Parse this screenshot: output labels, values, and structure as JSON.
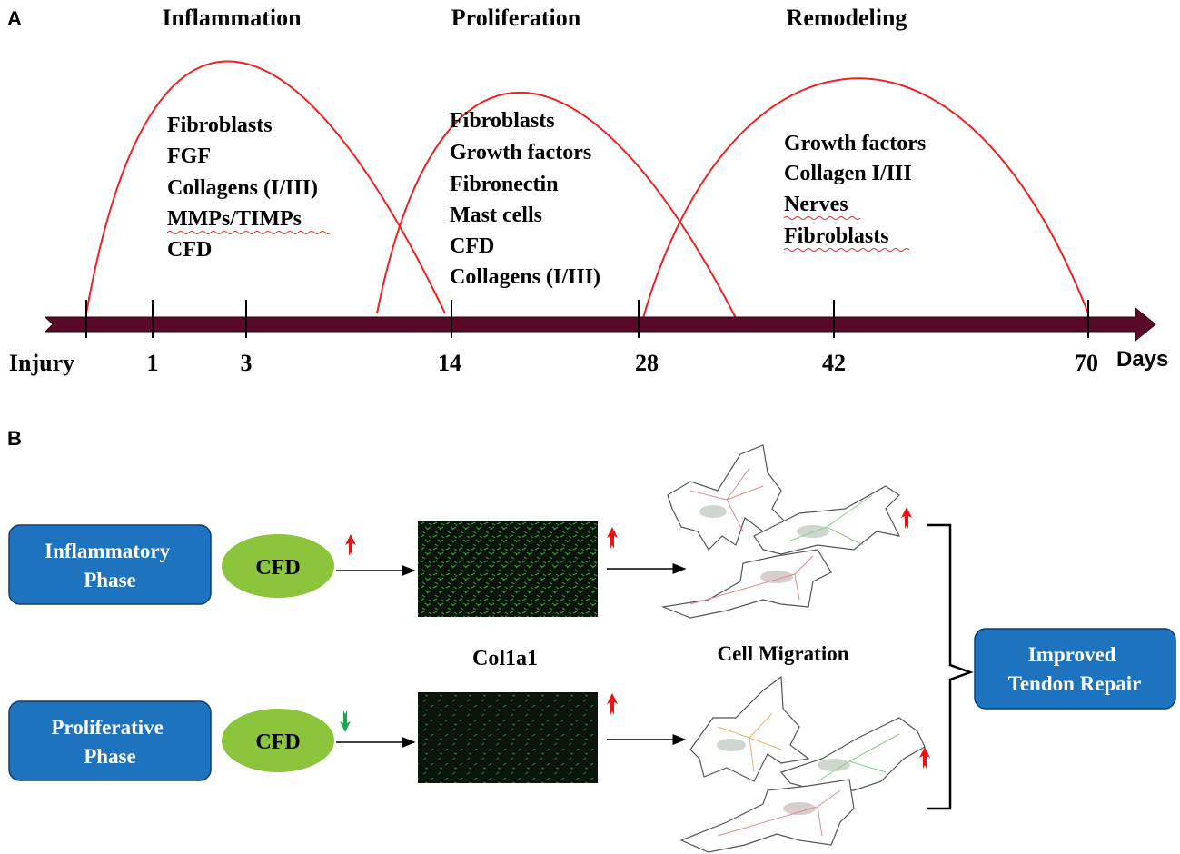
{
  "panel_a": {
    "label": "A",
    "phases": [
      {
        "title": "Inflammation",
        "items": [
          "Fibroblasts",
          "FGF",
          "Collagens (I/III)",
          "MMPs/TIMPs",
          "CFD"
        ]
      },
      {
        "title": "Proliferation",
        "items": [
          "Fibroblasts",
          "Growth factors",
          "Fibronectin",
          "Mast cells",
          "CFD",
          "Collagens (I/III)"
        ]
      },
      {
        "title": "Remodeling",
        "items": [
          "Growth factors",
          "Collagen I/III",
          "Nerves",
          "Fibroblasts"
        ]
      }
    ],
    "timeline": {
      "ticks": [
        "Injury",
        "1",
        "3",
        "14",
        "28",
        "42",
        "70"
      ],
      "unit": "Days"
    }
  },
  "panel_b": {
    "label": "B",
    "phase_boxes": [
      "Inflammatory\nPhase",
      "Proliferative\nPhase"
    ],
    "cfd_label": "CFD",
    "collagen_label": "Col1a1",
    "migration_label": "Cell Migration",
    "outcome": "Improved\nTendon Repair"
  },
  "colors": {
    "timeline_bar": "#5a0a26",
    "curve": "#ee2222",
    "box_fill": "#1e73be",
    "ellipse_fill": "#8cc43c",
    "up_arrow": "#ee1111",
    "down_arrow": "#1aa84a"
  }
}
